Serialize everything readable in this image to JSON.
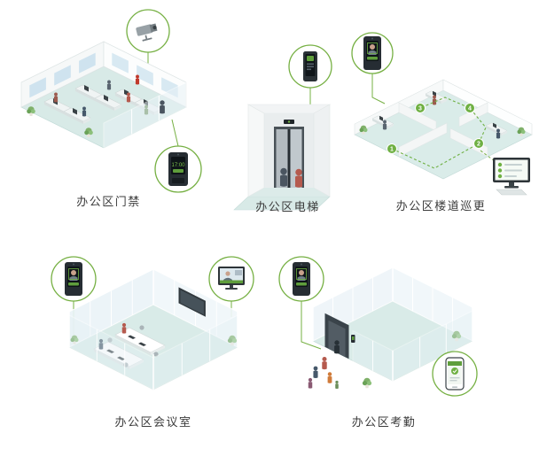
{
  "page": {
    "background": "#ffffff"
  },
  "colors": {
    "accent_green": "#6fb043",
    "callout_ring_green": "#76b043",
    "floor_teal": "#d9ebe8",
    "wall_white": "#f6f8f8",
    "glass_blue": "#ebf4f8",
    "device_dark": "#262d33"
  },
  "icons": {
    "camera": "cctv-camera-icon",
    "face_terminal": "face-terminal-icon",
    "info_terminal": "info-terminal-icon",
    "patrol_monitor": "patrol-monitor-icon",
    "video_screen": "video-call-screen-icon",
    "phone": "attendance-phone-icon"
  },
  "scenes": {
    "access": {
      "label": "办公区门禁",
      "device_time": "17:00"
    },
    "elevator": {
      "label": "办公区电梯"
    },
    "patrol": {
      "label": "办公区楼道巡更",
      "checkpoints": [
        "1",
        "2",
        "3",
        "4"
      ]
    },
    "meeting": {
      "label": "办公区会议室"
    },
    "attendance": {
      "label": "办公区考勤"
    }
  }
}
